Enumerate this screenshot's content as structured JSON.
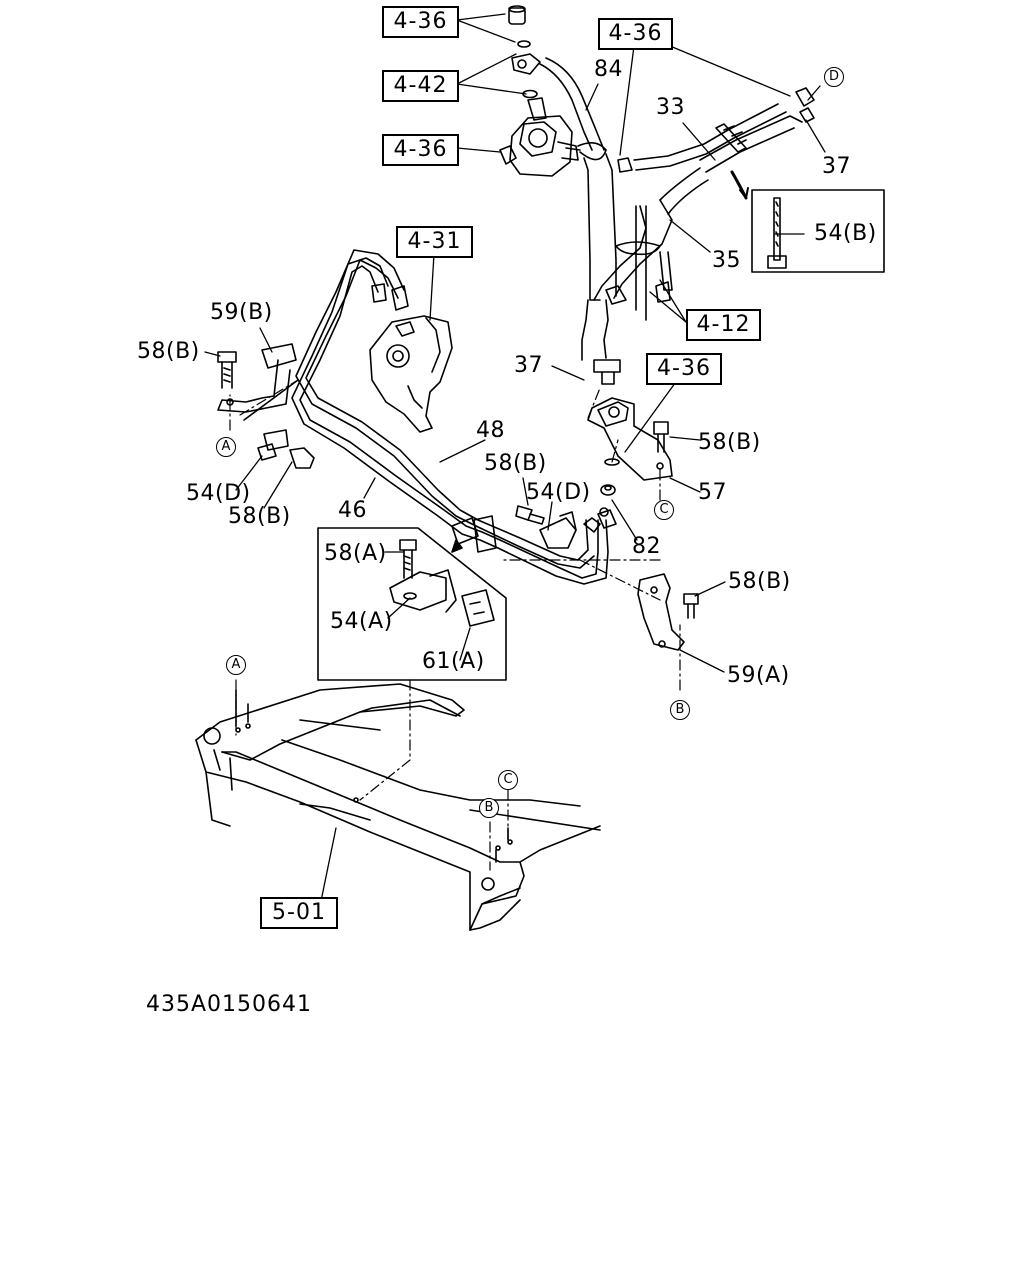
{
  "callouts": {
    "r436_top": "4-36",
    "r442": "4-42",
    "r436_pump": "4-36",
    "r436_right": "4-36",
    "r431": "4-31",
    "r412": "4-12",
    "r436_mid": "4-36",
    "r501": "5-01"
  },
  "parts": {
    "p84": "84",
    "p33": "33",
    "p37_top": "37",
    "p54b_box": "54(B)",
    "p35": "35",
    "p59b": "59(B)",
    "p58b_left": "58(B)",
    "p37_mid": "37",
    "p58b_right_top": "58(B)",
    "p48": "48",
    "p58b_mid": "58(B)",
    "p54d_left": "54(D)",
    "p58b_left_low": "58(B)",
    "p46": "46",
    "p54d_mid": "54(D)",
    "p57": "57",
    "p82": "82",
    "p58a": "58(A)",
    "p54a": "54(A)",
    "p61a": "61(A)",
    "p58b_right_low": "58(B)",
    "p59a": "59(A)"
  },
  "markers": {
    "d_top": "D",
    "a_left": "A",
    "c_mid": "C",
    "b_mid": "B",
    "a_frame": "A",
    "c_frame": "C",
    "b_frame": "B"
  },
  "drawing_number": "435A0150641"
}
